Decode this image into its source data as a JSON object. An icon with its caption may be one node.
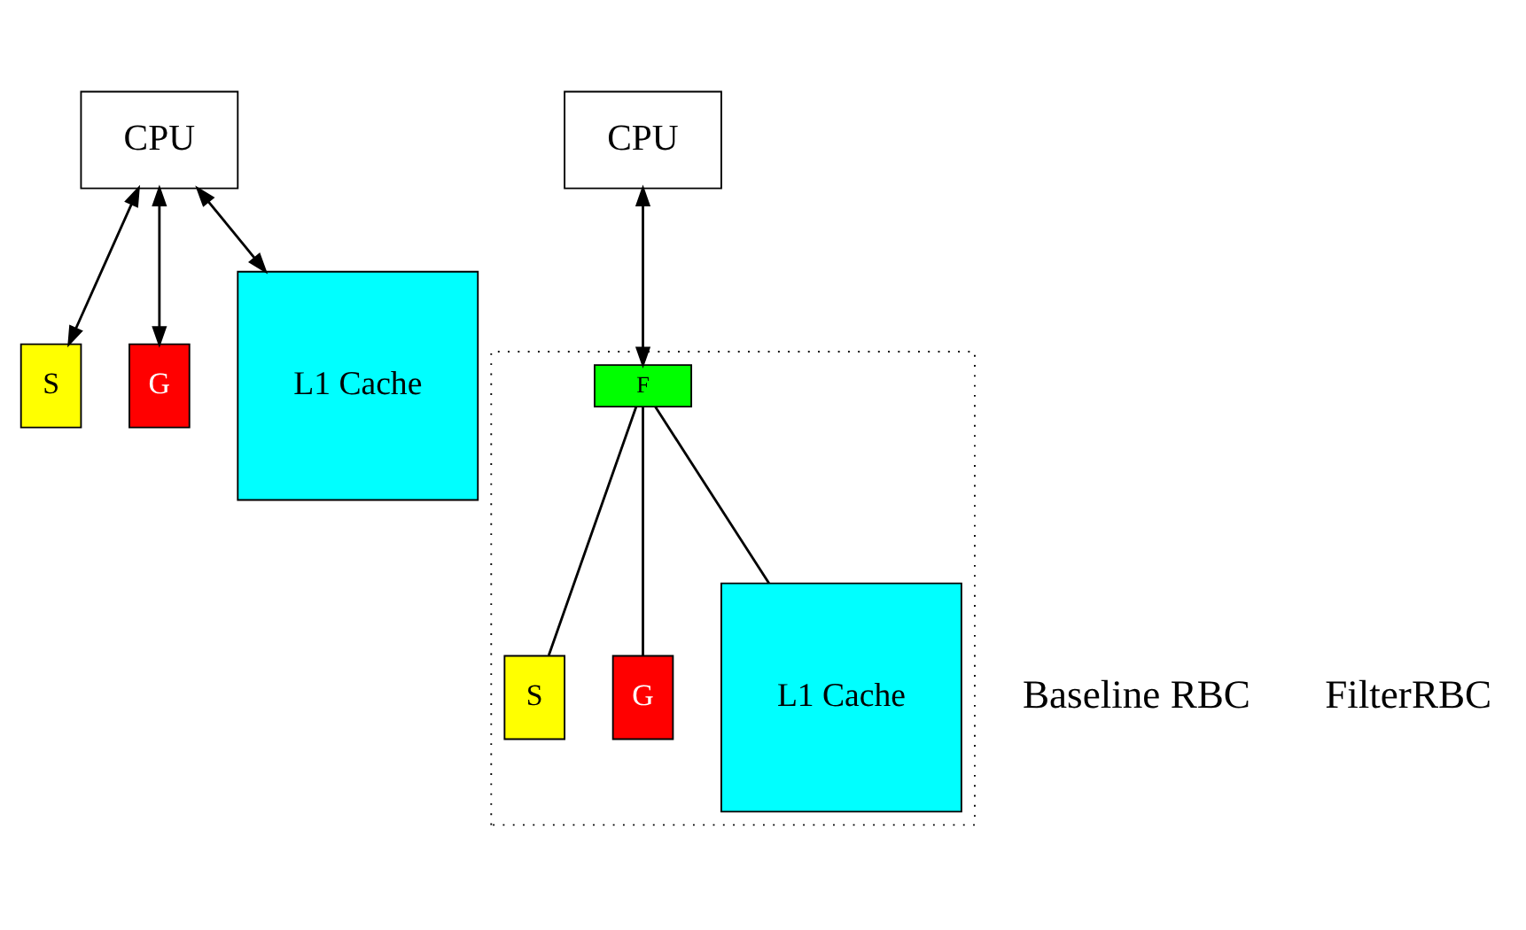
{
  "diagram": {
    "nodes": [
      {
        "text": [
          "CPU"
        ]
      },
      {
        "text": [
          "S"
        ]
      },
      {
        "text": [
          "G"
        ]
      },
      {
        "text": [
          "L1 Cache"
        ]
      },
      {
        "text": [
          "CPU"
        ]
      },
      {
        "text": [],
        "shape": "box"
      },
      {
        "text": [
          "F"
        ],
        "in": 5
      },
      {
        "text": [
          "S"
        ],
        "in": 5
      },
      {
        "text": [
          "G"
        ],
        "in": 5
      },
      {
        "text": [
          "L1 Cache"
        ],
        "in": 5
      }
    ],
    "edges": [
      {
        "from": 0,
        "to": 1,
        "arrow": "both"
      },
      {
        "from": 0,
        "to": 2,
        "arrow": "both"
      },
      {
        "from": 0,
        "to": 3,
        "arrow": "both"
      },
      {
        "from": 4,
        "to": 6,
        "arrow": "both"
      },
      {
        "from": 6,
        "to": 7,
        "arrow": "none"
      },
      {
        "from": 6,
        "to": 8,
        "arrow": "none"
      },
      {
        "from": 6,
        "to": 9,
        "arrow": "none"
      }
    ],
    "labels": [
      "Baseline RBC",
      "FilterRBC"
    ]
  }
}
